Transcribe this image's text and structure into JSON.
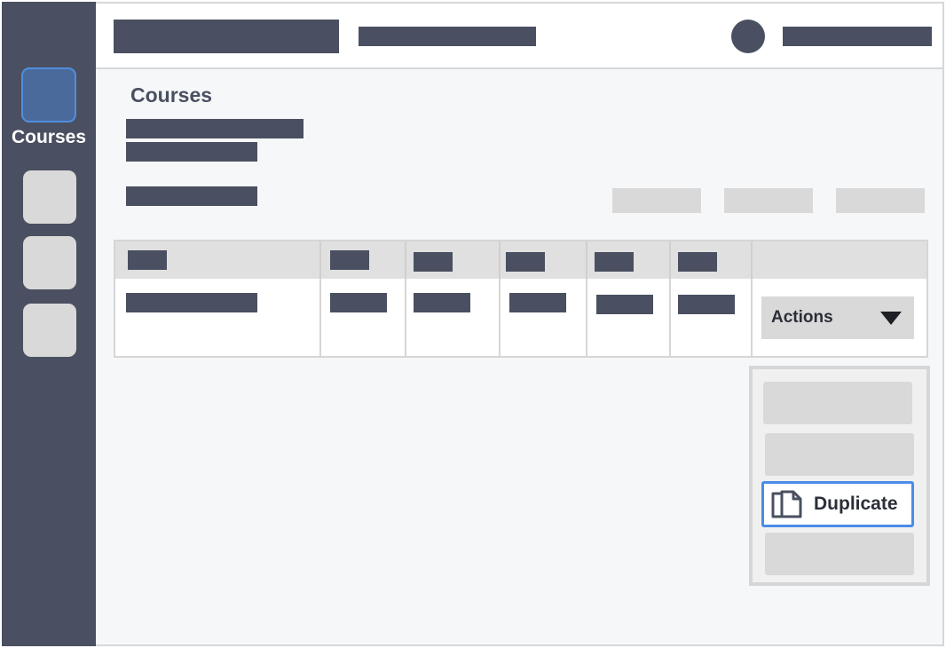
{
  "sidebar": {
    "items": [
      {
        "label": "Courses",
        "active": true,
        "icon": "courses-icon"
      },
      {
        "label": "",
        "active": false
      },
      {
        "label": "",
        "active": false
      },
      {
        "label": "",
        "active": false
      }
    ]
  },
  "header": {
    "avatar": "avatar"
  },
  "main": {
    "page_title": "Courses"
  },
  "table": {
    "actions_label": "Actions"
  },
  "dropdown": {
    "items": [
      {
        "label": ""
      },
      {
        "label": ""
      },
      {
        "label": "Duplicate",
        "icon": "duplicate-icon",
        "highlighted": true
      },
      {
        "label": ""
      }
    ]
  },
  "colors": {
    "sidebar_bg": "#4a5061",
    "accent": "#4a8ce8",
    "placeholder": "#d9d9d9"
  }
}
